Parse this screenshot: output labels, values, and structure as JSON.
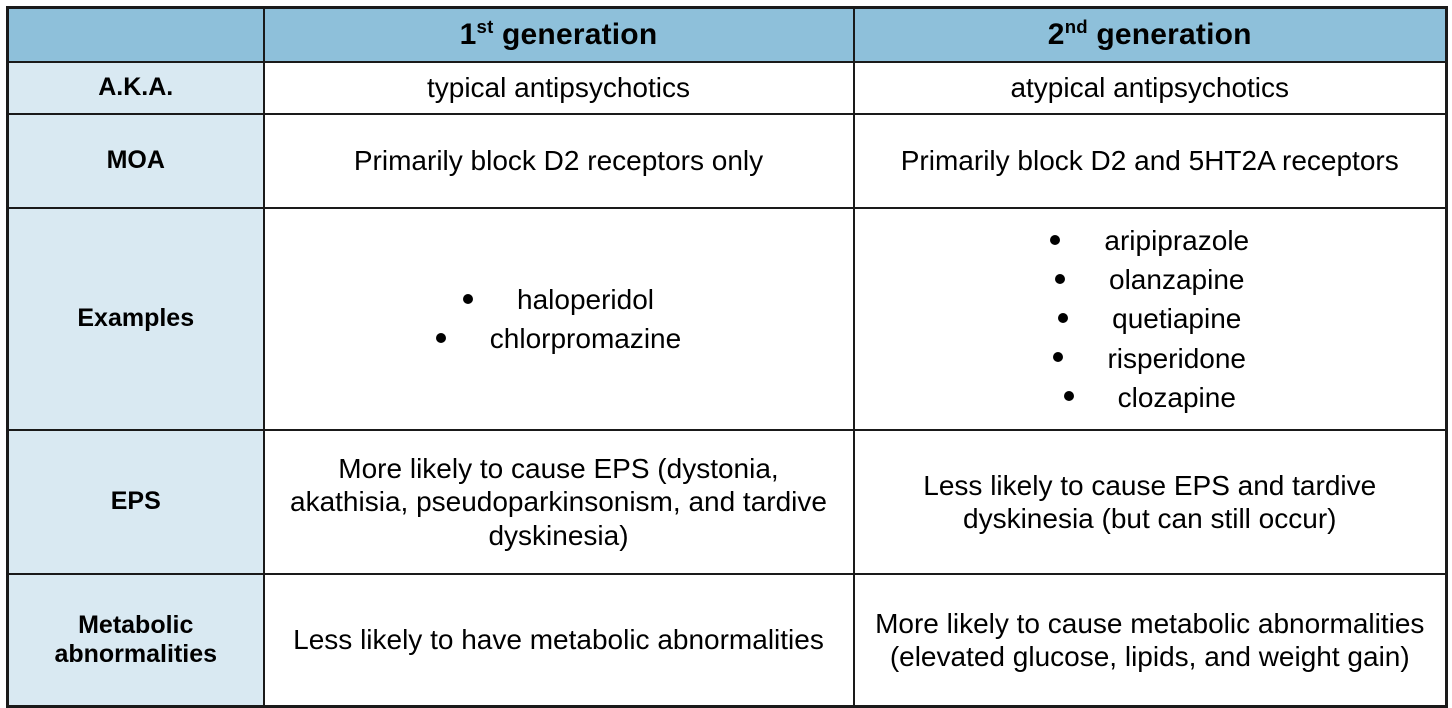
{
  "table": {
    "columns": [
      {
        "key": "label",
        "header": ""
      },
      {
        "key": "gen1",
        "header_prefix": "1",
        "header_sup": "st",
        "header_suffix": " generation",
        "header_full": "1st generation"
      },
      {
        "key": "gen2",
        "header_prefix": "2",
        "header_sup": "nd",
        "header_suffix": " generation",
        "header_full": "2nd generation"
      }
    ],
    "rows": [
      {
        "label": "A.K.A.",
        "gen1": {
          "type": "text",
          "text": "typical antipsychotics"
        },
        "gen2": {
          "type": "text",
          "text": "atypical antipsychotics"
        }
      },
      {
        "label": "MOA",
        "gen1": {
          "type": "text",
          "text": "Primarily block D2 receptors only"
        },
        "gen2": {
          "type": "text",
          "text": "Primarily block D2 and 5HT2A receptors"
        }
      },
      {
        "label": "Examples",
        "gen1": {
          "type": "list",
          "items": [
            "haloperidol",
            "chlorpromazine"
          ]
        },
        "gen2": {
          "type": "list",
          "items": [
            "aripiprazole",
            "olanzapine",
            "quetiapine",
            "risperidone",
            "clozapine"
          ]
        }
      },
      {
        "label": "EPS",
        "gen1": {
          "type": "text",
          "text": "More likely to cause EPS (dystonia, akathisia, pseudoparkinsonism, and tardive dyskinesia)"
        },
        "gen2": {
          "type": "text",
          "text": "Less likely to cause EPS and tardive dyskinesia (but can still occur)"
        }
      },
      {
        "label": "Metabolic abnormalities",
        "label_lines": [
          "Metabolic",
          "abnormalities"
        ],
        "gen1": {
          "type": "text",
          "text": "Less likely to have metabolic abnormalities"
        },
        "gen2": {
          "type": "text",
          "text": "More likely to cause metabolic abnormalities (elevated glucose, lipids, and weight gain)"
        }
      }
    ]
  },
  "colors": {
    "header_fill": "#8ec0da",
    "row_label_fill": "#d9e9f2",
    "cell_fill": "#ffffff",
    "border": "#1a1a1a",
    "text": "#000000"
  }
}
